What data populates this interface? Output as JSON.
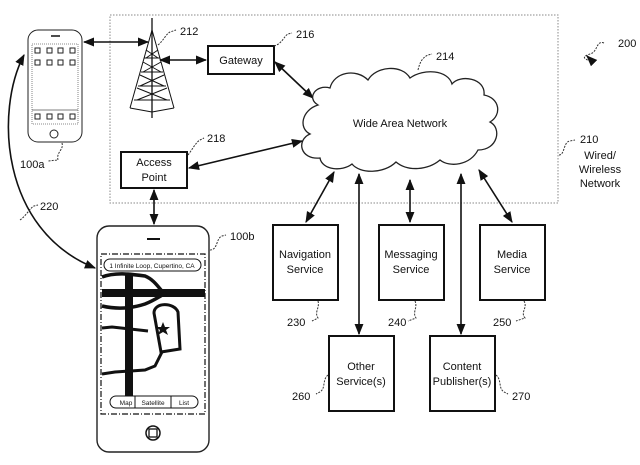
{
  "figure": {
    "ref": "200",
    "network": {
      "ref": "210",
      "label_lines": [
        "Wired/",
        "Wireless",
        "Network"
      ]
    },
    "tower": {
      "ref": "212"
    },
    "wan": {
      "ref": "214",
      "label": "Wide Area Network"
    },
    "gateway": {
      "ref": "216",
      "label": "Gateway"
    },
    "access_point": {
      "ref": "218",
      "label_lines": [
        "Access",
        "Point"
      ]
    },
    "link_220": {
      "ref": "220"
    },
    "device_a": {
      "ref": "100a"
    },
    "device_b": {
      "ref": "100b",
      "address": "1 Infinite Loop, Cupertino, CA",
      "tabs": [
        "Map",
        "Satellite",
        "List"
      ]
    },
    "services": [
      {
        "ref": "230",
        "label_lines": [
          "Navigation",
          "Service"
        ]
      },
      {
        "ref": "240",
        "label_lines": [
          "Messaging",
          "Service"
        ]
      },
      {
        "ref": "250",
        "label_lines": [
          "Media",
          "Service"
        ]
      },
      {
        "ref": "260",
        "label_lines": [
          "Other",
          "Service(s)"
        ]
      },
      {
        "ref": "270",
        "label_lines": [
          "Content",
          "Publisher(s)"
        ]
      }
    ]
  }
}
